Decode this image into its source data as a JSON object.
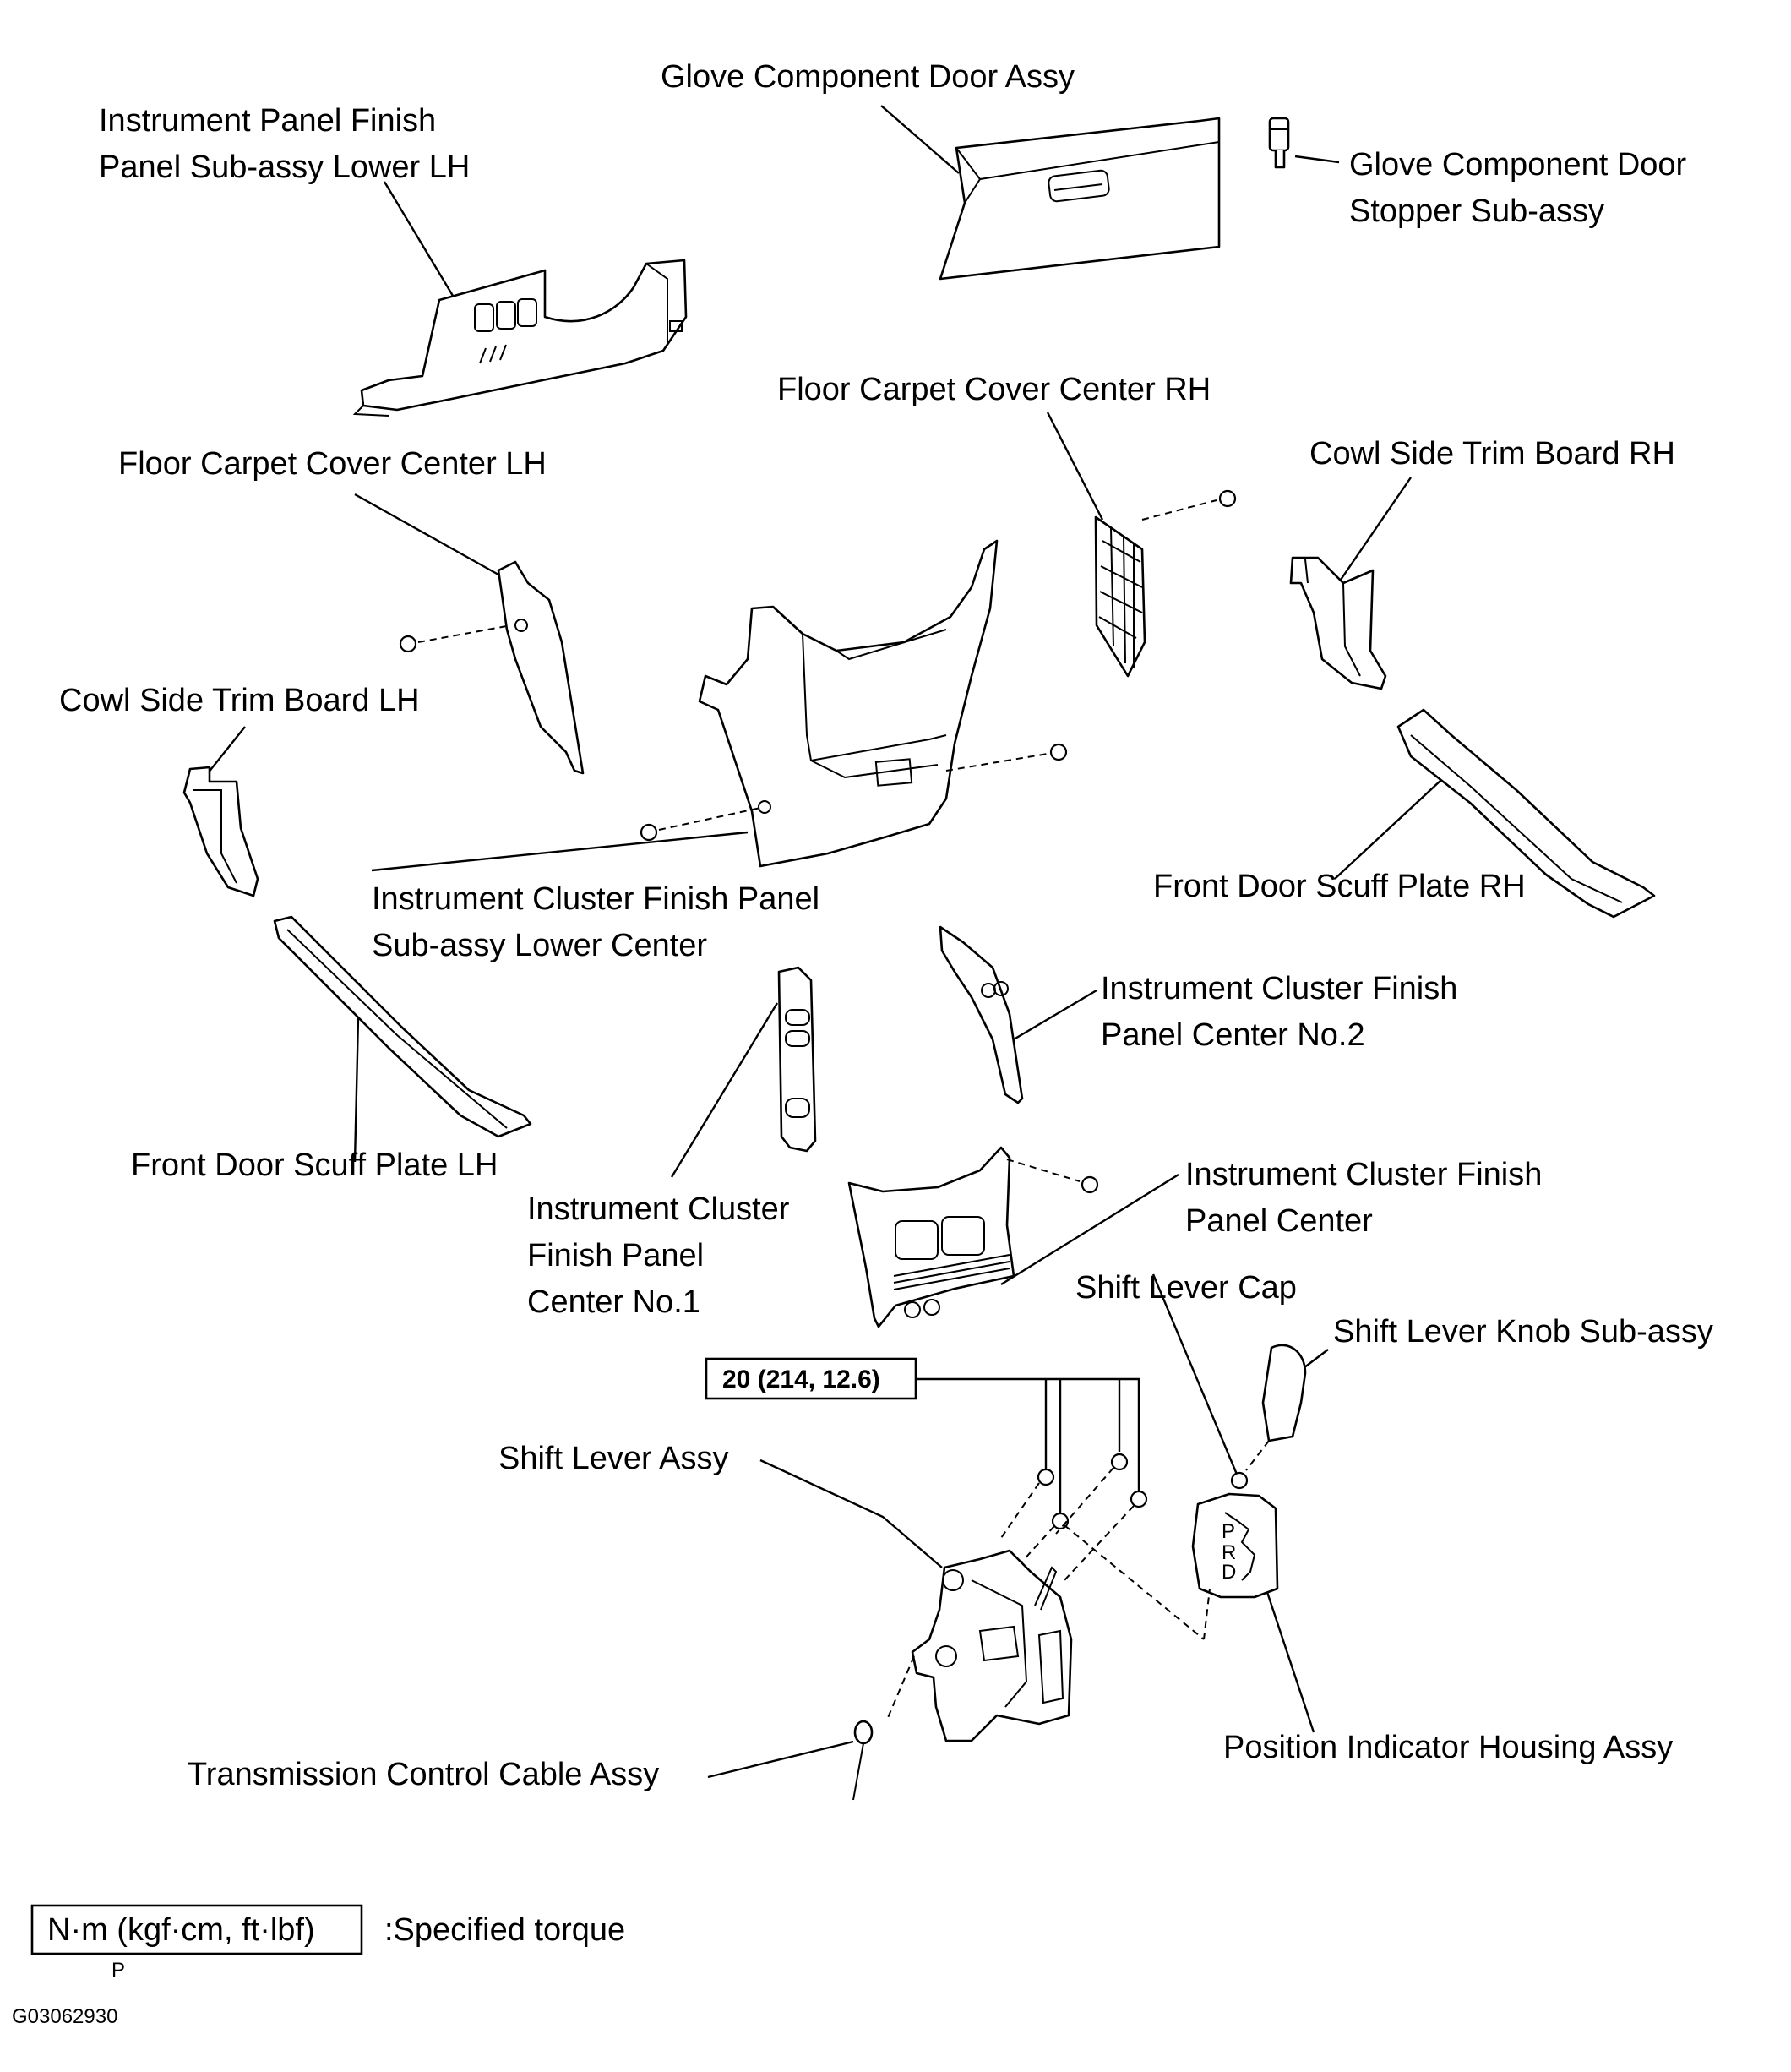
{
  "labels": {
    "glove_door": "Glove Component Door Assy",
    "glove_stopper_1": "Glove Component Door",
    "glove_stopper_2": "Stopper  Sub-assy",
    "ip_finish_lower_1": "Instrument Panel Finish",
    "ip_finish_lower_2": "Panel Sub-assy Lower LH",
    "carpet_rh": "Floor Carpet Cover Center RH",
    "cowl_rh": "Cowl Side Trim Board RH",
    "carpet_lh": "Floor Carpet Cover Center LH",
    "cowl_lh": "Cowl Side Trim Board LH",
    "scuff_rh": "Front Door Scuff Plate RH",
    "cluster_lower_1": "Instrument Cluster Finish Panel",
    "cluster_lower_2": "Sub-assy Lower Center",
    "cluster_no2_1": "Instrument Cluster Finish",
    "cluster_no2_2": "Panel Center No.2",
    "scuff_lh": "Front Door Scuff Plate LH",
    "cluster_center_1": "Instrument Cluster Finish",
    "cluster_center_2": "Panel Center",
    "cluster_no1_1": "Instrument Cluster",
    "cluster_no1_2": "Finish Panel",
    "cluster_no1_3": "Center No.1",
    "shift_cap": "Shift Lever Cap",
    "shift_knob": "Shift Lever Knob Sub-assy",
    "shift_lever": "Shift Lever Assy",
    "position_indicator": "Position Indicator Housing Assy",
    "trans_cable": "Transmission Control Cable Assy"
  },
  "torque": {
    "value": "20 (214, 12.6)"
  },
  "legend": {
    "unit": "N·m (kgf·cm, ft·lbf)",
    "description": ":Specified torque",
    "mark": "P"
  },
  "figure_id": "G03062930"
}
